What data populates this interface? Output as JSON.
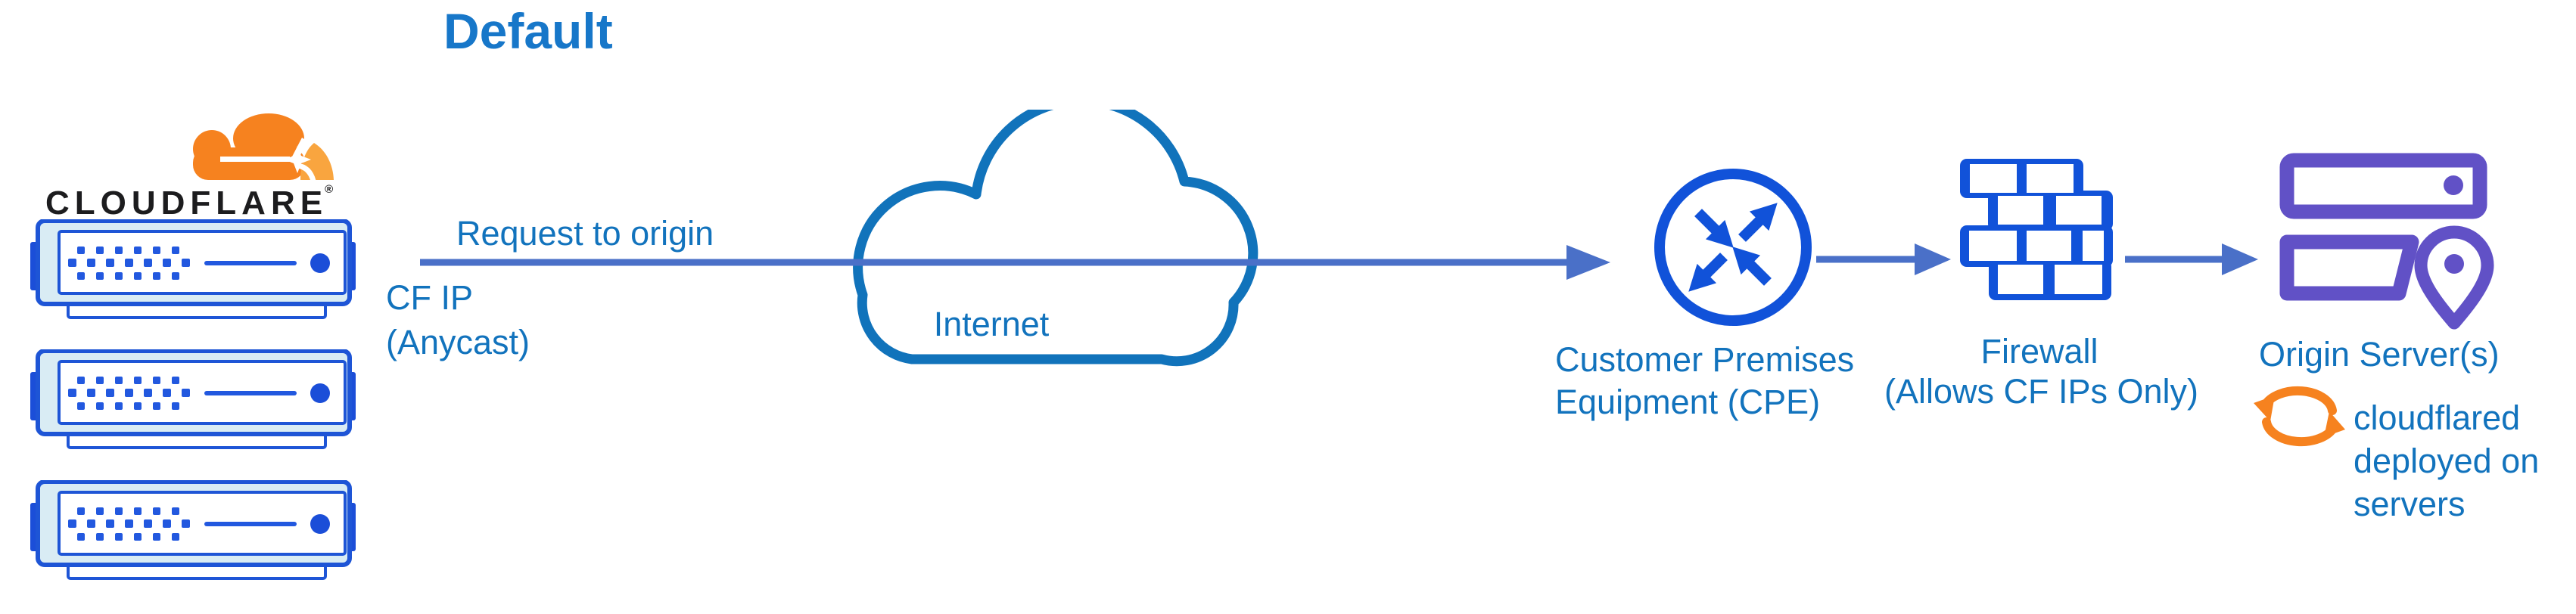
{
  "title": "Default",
  "logo": {
    "wordmark": "CLOUDFLARE",
    "registered_mark": "®"
  },
  "edge": {
    "server_count": 3
  },
  "flow": {
    "request_label": "Request to origin",
    "cf_ip_line1": "CF IP",
    "cf_ip_line2": "(Anycast)"
  },
  "internet": {
    "label": "Internet"
  },
  "cpe": {
    "label_line1": "Customer Premises",
    "label_line2": "Equipment (CPE)"
  },
  "firewall": {
    "label_line1": "Firewall",
    "label_line2": "(Allows CF IPs Only)"
  },
  "origin": {
    "label": "Origin Server(s)",
    "note_line1": "cloudflared",
    "note_line2": "deployed on",
    "note_line3": "servers"
  },
  "icons": {
    "cloudflare_logo": "cloudflare-cloud-icon",
    "edge_servers": "server-rack-icon",
    "internet": "cloud-outline-icon",
    "cpe": "router-arrows-icon",
    "firewall": "brick-wall-icon",
    "origin": "origin-servers-location-icon",
    "cloudflared": "sync-arrows-icon"
  },
  "colors": {
    "title_blue": "#1777c9",
    "label_blue": "#1273bd",
    "arrow_slate_blue": "#4a70c8",
    "icon_royal_blue": "#1152d9",
    "cloud_stroke_blue": "#1173bb",
    "server_border_blue": "#1e55d6",
    "server_fill_light": "#d9ecf4",
    "origin_purple": "#6151c6",
    "brand_orange": "#f6821f",
    "brand_orange_light": "#f9a53f",
    "wordmark_black": "#1c1c1e"
  }
}
